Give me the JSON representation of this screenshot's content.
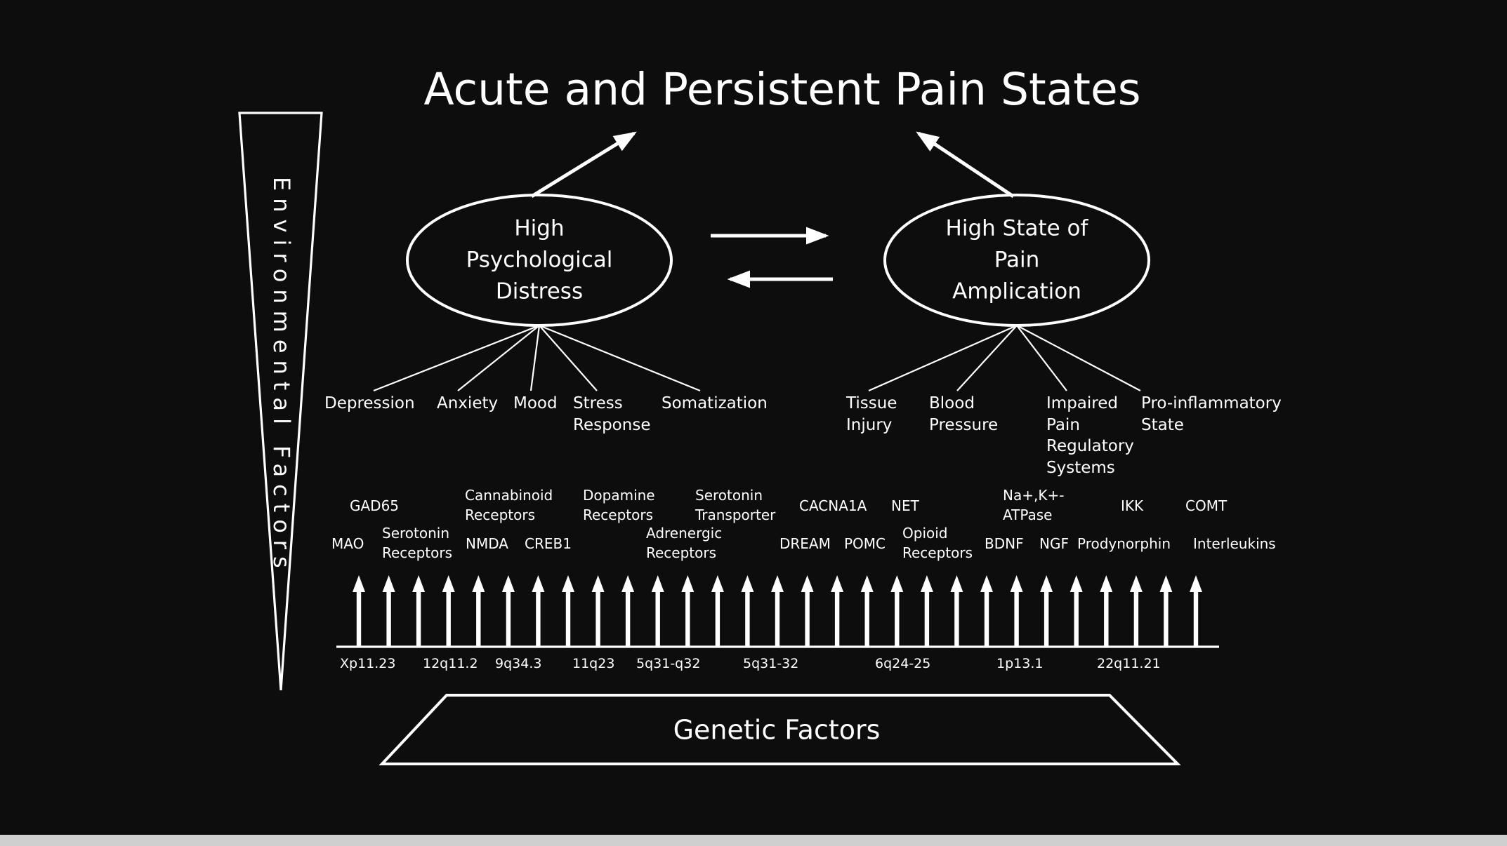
{
  "colors": {
    "background": "#0d0d0d",
    "foreground": "#ffffff",
    "footer_strip": "#cfcfcf"
  },
  "title": "Acute and Persistent Pain States",
  "environmental_funnel": {
    "label": "Environmental Factors"
  },
  "nodes": {
    "psychological_distress": {
      "label": "High\nPsychological\nDistress"
    },
    "pain_amplification": {
      "label": "High State of\nPain\nAmplication"
    }
  },
  "psych_factors": [
    "Depression",
    "Anxiety",
    "Mood",
    "Stress\nResponse",
    "Somatization"
  ],
  "pain_factors": [
    "Tissue\nInjury",
    "Blood\nPressure",
    "Impaired\nPain\nRegulatory\nSystems",
    "Pro-inflammatory\nState"
  ],
  "genes_top_row": [
    "GAD65",
    "Cannabinoid\nReceptors",
    "Dopamine\nReceptors",
    "Serotonin\nTransporter",
    "CACNA1A",
    "NET",
    "Na+,K+-\nATPase",
    "IKK",
    "COMT"
  ],
  "genes_bottom_row": [
    "MAO",
    "Serotonin\nReceptors",
    "NMDA",
    "CREB1",
    "Adrenergic\nReceptors",
    "DREAM",
    "POMC",
    "Opioid\nReceptors",
    "BDNF",
    "NGF",
    "Prodynorphin",
    "Interleukins"
  ],
  "chromosome_loci": [
    "Xp11.23",
    "12q11.2",
    "9q34.3",
    "11q23",
    "5q31-q32",
    "5q31-32",
    "6q24-25",
    "1p13.1",
    "22q11.21"
  ],
  "genetic_factors": {
    "label": "Genetic Factors"
  },
  "gene_arrows": {
    "count": 29
  }
}
